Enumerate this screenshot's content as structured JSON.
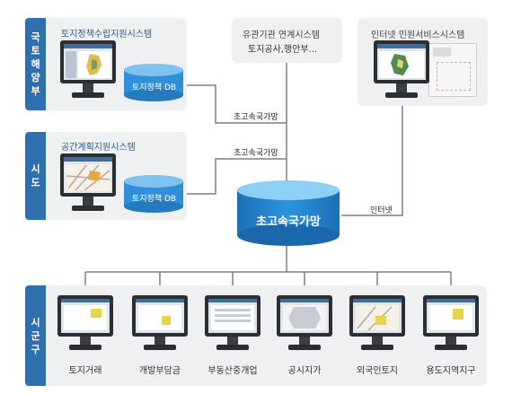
{
  "groups": {
    "ministry": {
      "label": "국토해양부"
    },
    "city": {
      "label": "시도"
    },
    "district": {
      "label": "시군구"
    }
  },
  "systems": {
    "land_policy": {
      "title": "토지정책수립지원시스템",
      "db_label": "토지정책 DB"
    },
    "spatial_plan": {
      "title": "공간계획지원시스템",
      "db_label": "토지정책 DB"
    },
    "linked": {
      "title": "유관기관 연계시스템",
      "subtitle": "토지공사,행안부..."
    },
    "internet_service": {
      "title": "인터넷 민원서비스시스템"
    }
  },
  "network": {
    "hub_label": "초고속국가망",
    "link_label_1": "초고속국가망",
    "link_label_2": "초고속국가망",
    "internet_label": "인터넷"
  },
  "district_systems": [
    {
      "label": "토지거래"
    },
    {
      "label": "개발부담금"
    },
    {
      "label": "부동산중개업"
    },
    {
      "label": "공시지가"
    },
    {
      "label": "외국인토지"
    },
    {
      "label": "용도지역지구"
    }
  ],
  "colors": {
    "tab_blue": "#2f6fae",
    "db_blue": "#2f8fd8",
    "hub_blue": "#1f7fc8",
    "line": "#7a7f85",
    "panel": "#eef0f2"
  }
}
